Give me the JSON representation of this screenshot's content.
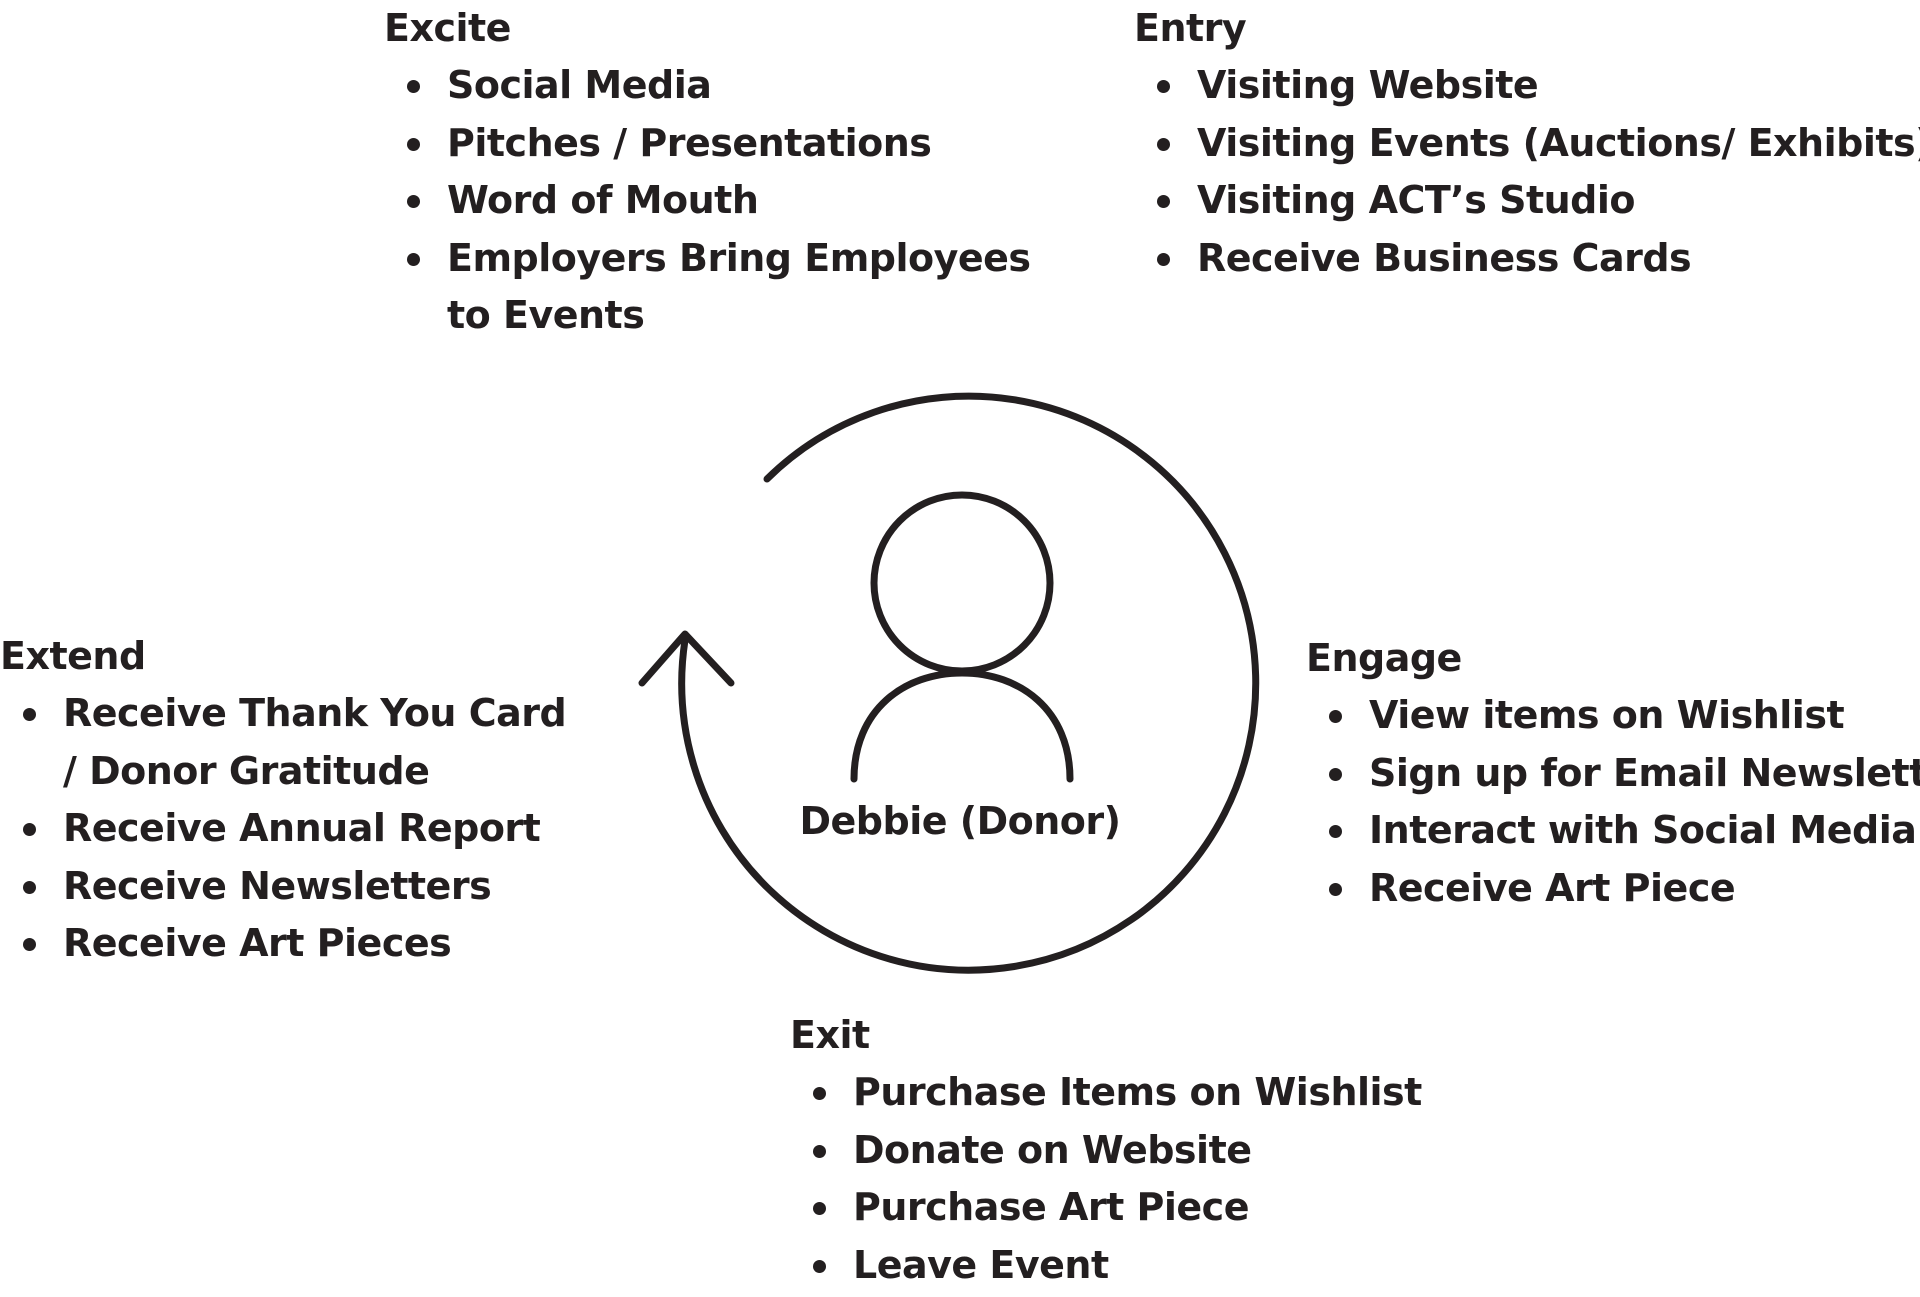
{
  "center": {
    "label": "Debbie (Donor)"
  },
  "stages": {
    "excite": {
      "title": "Excite",
      "items": [
        "Social Media",
        "Pitches / Presentations",
        "Word of Mouth",
        "Employers Bring Employees to Events"
      ]
    },
    "entry": {
      "title": "Entry",
      "items": [
        "Visiting Website",
        "Visiting Events (Auctions/ Exhibits)",
        "Visiting ACT’s Studio",
        "Receive Business Cards"
      ]
    },
    "engage": {
      "title": "Engage",
      "items": [
        "View items on Wishlist",
        "Sign up for Email Newsletter",
        "Interact with Social Media",
        "Receive Art Piece"
      ]
    },
    "exit": {
      "title": "Exit",
      "items": [
        "Purchase Items on Wishlist",
        "Donate on Website",
        "Purchase Art Piece",
        "Leave Event"
      ]
    },
    "extend": {
      "title": "Extend",
      "items": [
        "Receive Thank You Card / Donor Gratitude",
        "Receive Annual Report",
        "Receive Newsletters",
        "Receive Art Pieces"
      ]
    }
  },
  "colors": {
    "ink": "#231f20",
    "background": "#ffffff"
  },
  "icons": [
    "cycle-arrow-icon",
    "person-icon"
  ]
}
